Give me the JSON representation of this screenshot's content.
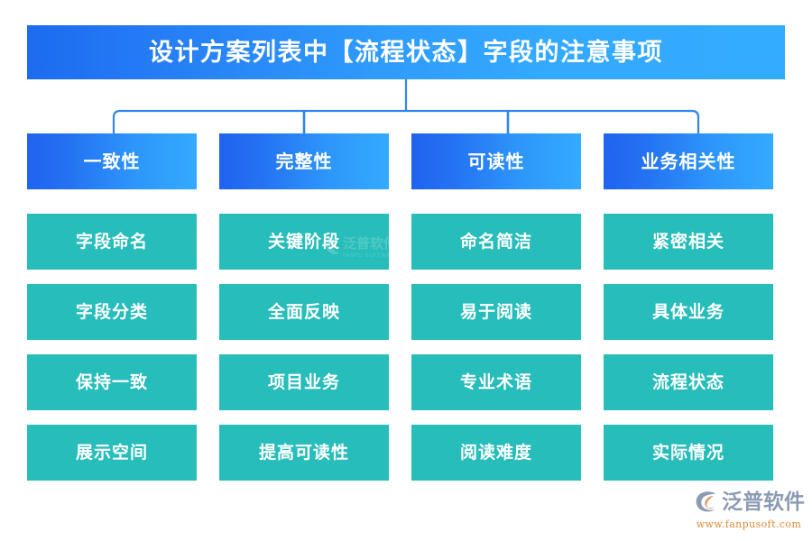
{
  "title": {
    "text": "设计方案列表中【流程状态】字段的注意事项",
    "bg_gradient_from": "#1d6bf0",
    "bg_gradient_to": "#33abff",
    "text_color": "#ffffff"
  },
  "connector": {
    "color": "#2f86f0",
    "style": "bracket"
  },
  "columns": [
    {
      "header": "一致性",
      "items": [
        "字段命名",
        "字段分类",
        "保持一致",
        "展示空间"
      ]
    },
    {
      "header": "完整性",
      "items": [
        "关键阶段",
        "全面反映",
        "项目业务",
        "提高可读性"
      ]
    },
    {
      "header": "可读性",
      "items": [
        "命名简洁",
        "易于阅读",
        "专业术语",
        "阅读难度"
      ]
    },
    {
      "header": "业务相关性",
      "items": [
        "紧密相关",
        "具体业务",
        "流程状态",
        "实际情况"
      ]
    }
  ],
  "styles": {
    "header_color_from": "#1f63ef",
    "header_color_to": "#33aaff",
    "item_color": "#27bdba",
    "item_text_color": "#ffffff"
  },
  "watermark": {
    "name": "泛普软件",
    "sub": "FANPU SOFTWARE"
  },
  "logo": {
    "name": "泛普软件",
    "url": "www.fanpusoft.com",
    "name_color": "#8b9bb4",
    "url_color": "#e08a3c",
    "mark_color": "#8b9bb4",
    "mark_accent": "#e0a070"
  }
}
